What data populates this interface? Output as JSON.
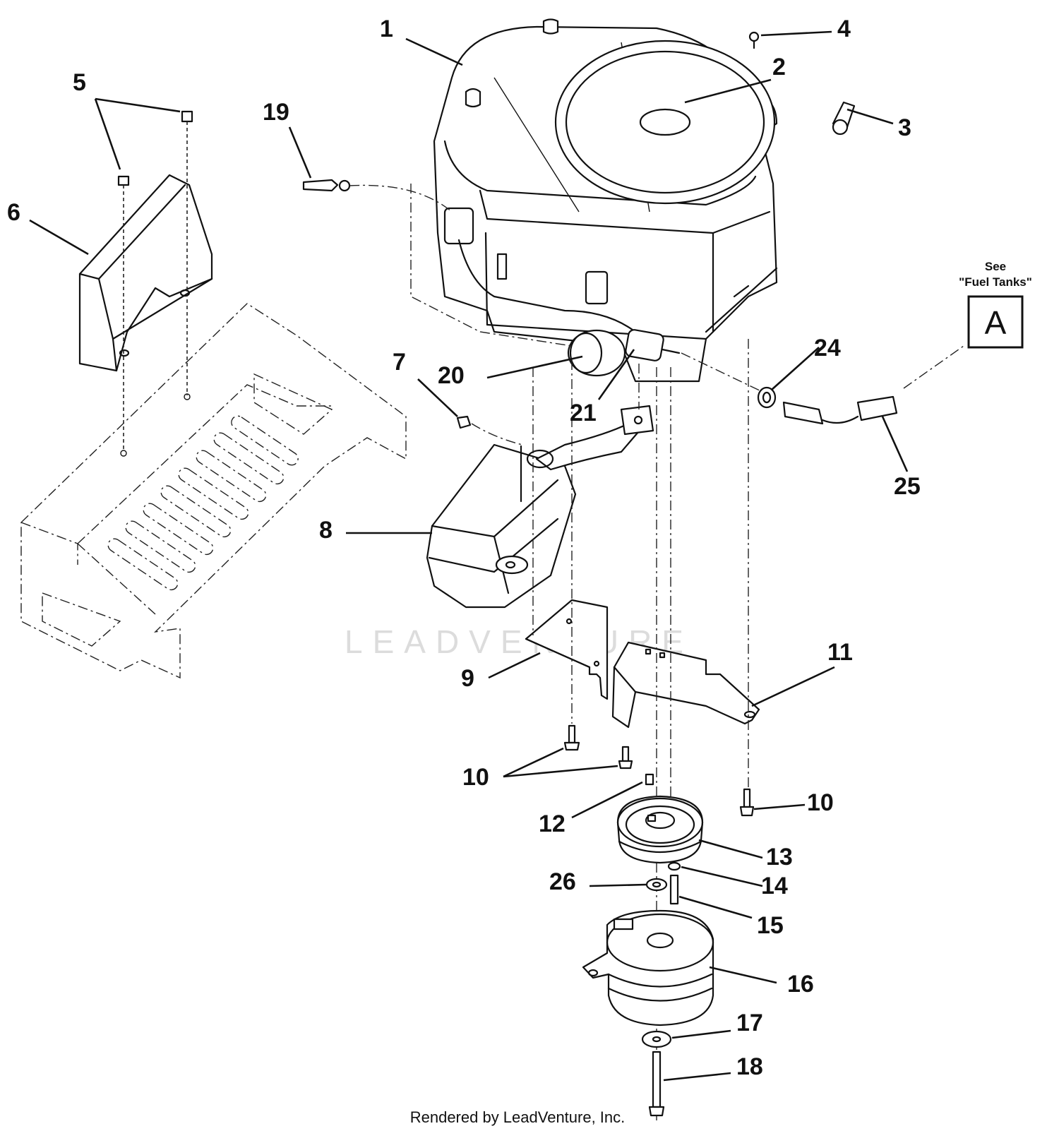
{
  "watermark": "LEADVENTURE",
  "footer": "Rendered by LeadVenture, Inc.",
  "reference": {
    "see_line1": "See",
    "see_line2": "\"Fuel Tanks\"",
    "letter": "A"
  },
  "callouts": {
    "c1": "1",
    "c2": "2",
    "c3": "3",
    "c4": "4",
    "c5": "5",
    "c6": "6",
    "c7": "7",
    "c8": "8",
    "c9": "9",
    "c10a": "10",
    "c10b": "10",
    "c11": "11",
    "c12": "12",
    "c13": "13",
    "c14": "14",
    "c15": "15",
    "c16": "16",
    "c17": "17",
    "c18": "18",
    "c19": "19",
    "c20": "20",
    "c21": "21",
    "c24": "24",
    "c25": "25",
    "c26": "26"
  }
}
